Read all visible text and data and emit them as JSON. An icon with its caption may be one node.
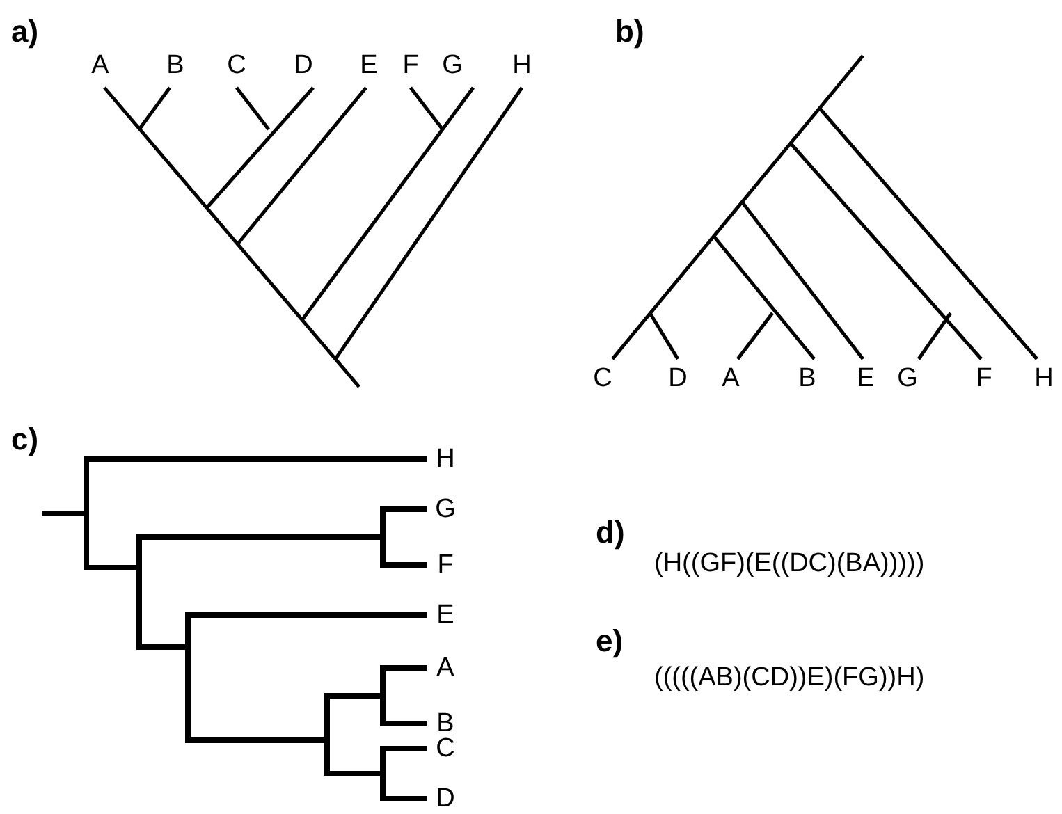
{
  "diagram": {
    "labels": [
      "a)",
      "A",
      "B",
      "C",
      "D",
      "E",
      "F",
      "G",
      "H",
      "b)",
      "C",
      "D",
      "A",
      "B",
      "E",
      "G",
      "F",
      "H",
      "c)",
      "H",
      "G",
      "F",
      "E",
      "A",
      "B",
      "C",
      "D",
      "d)",
      "(H((GF)(E((DC)(BA)))))",
      "e)",
      "(((((AB)(CD))E)(FG))H)"
    ]
  }
}
